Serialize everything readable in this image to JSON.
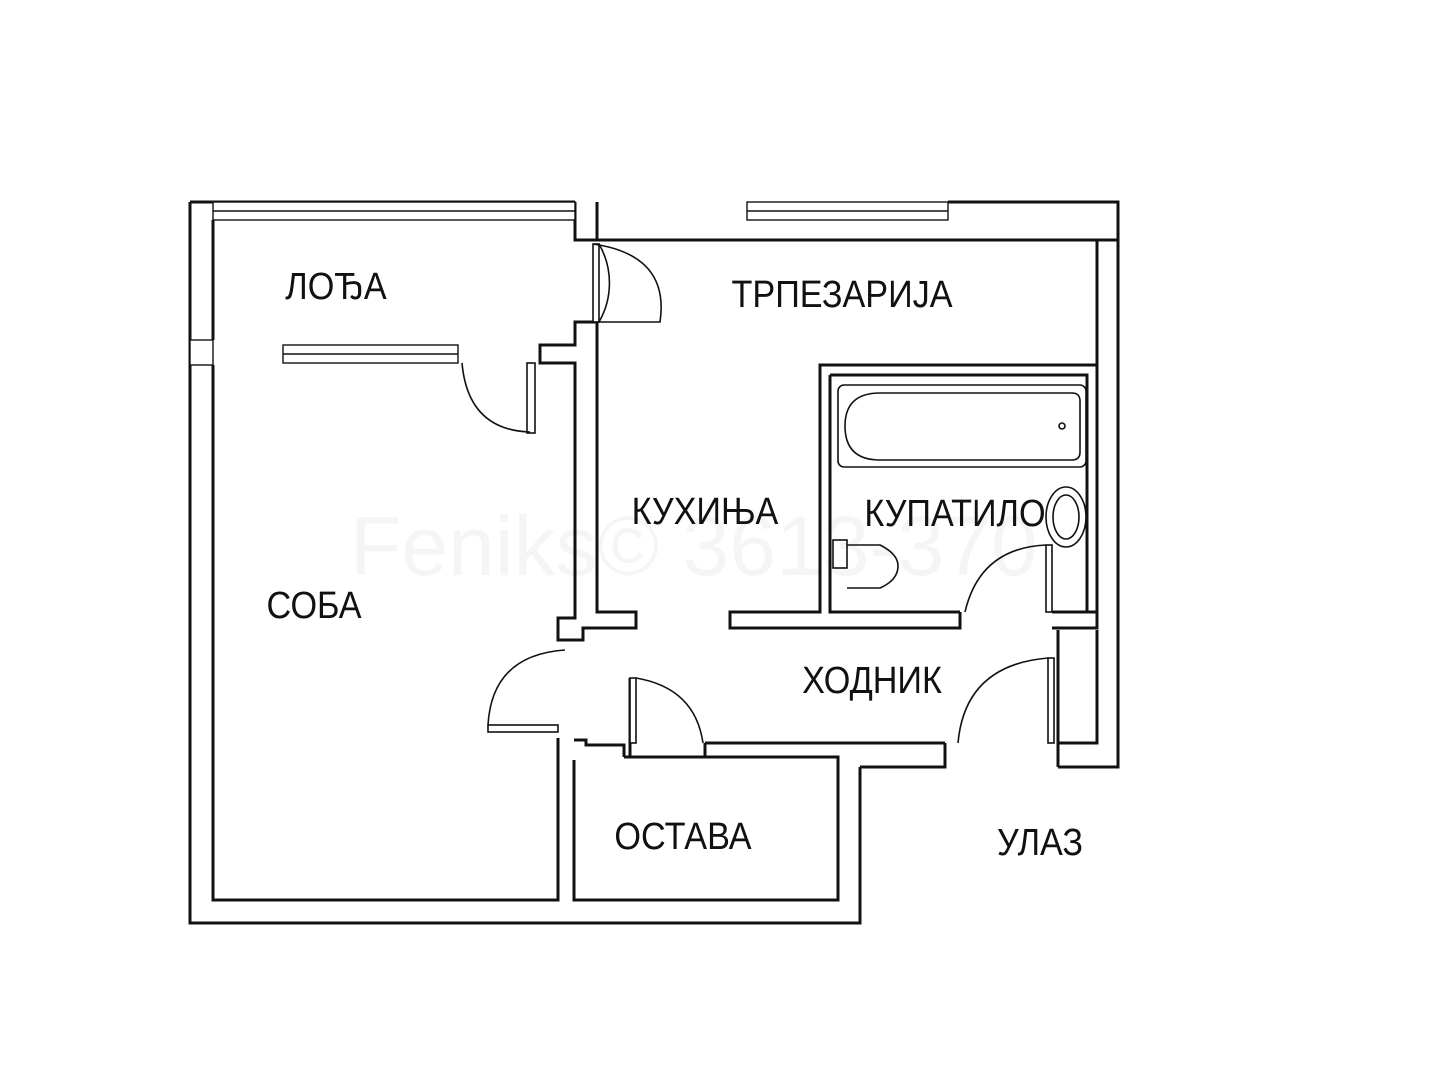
{
  "watermark": "Feniks© 3613-370",
  "rooms": {
    "lodja": "ЛОЂА",
    "trpezarija": "ТРПЕЗАРИЈА",
    "kuhinja": "КУХИЊА",
    "kupatilo": "КУПАТИЛО",
    "soba": "СОБА",
    "hodnik": "ХОДНИК",
    "ostava": "ОСТАВА",
    "ulaz": "УЛАЗ"
  }
}
